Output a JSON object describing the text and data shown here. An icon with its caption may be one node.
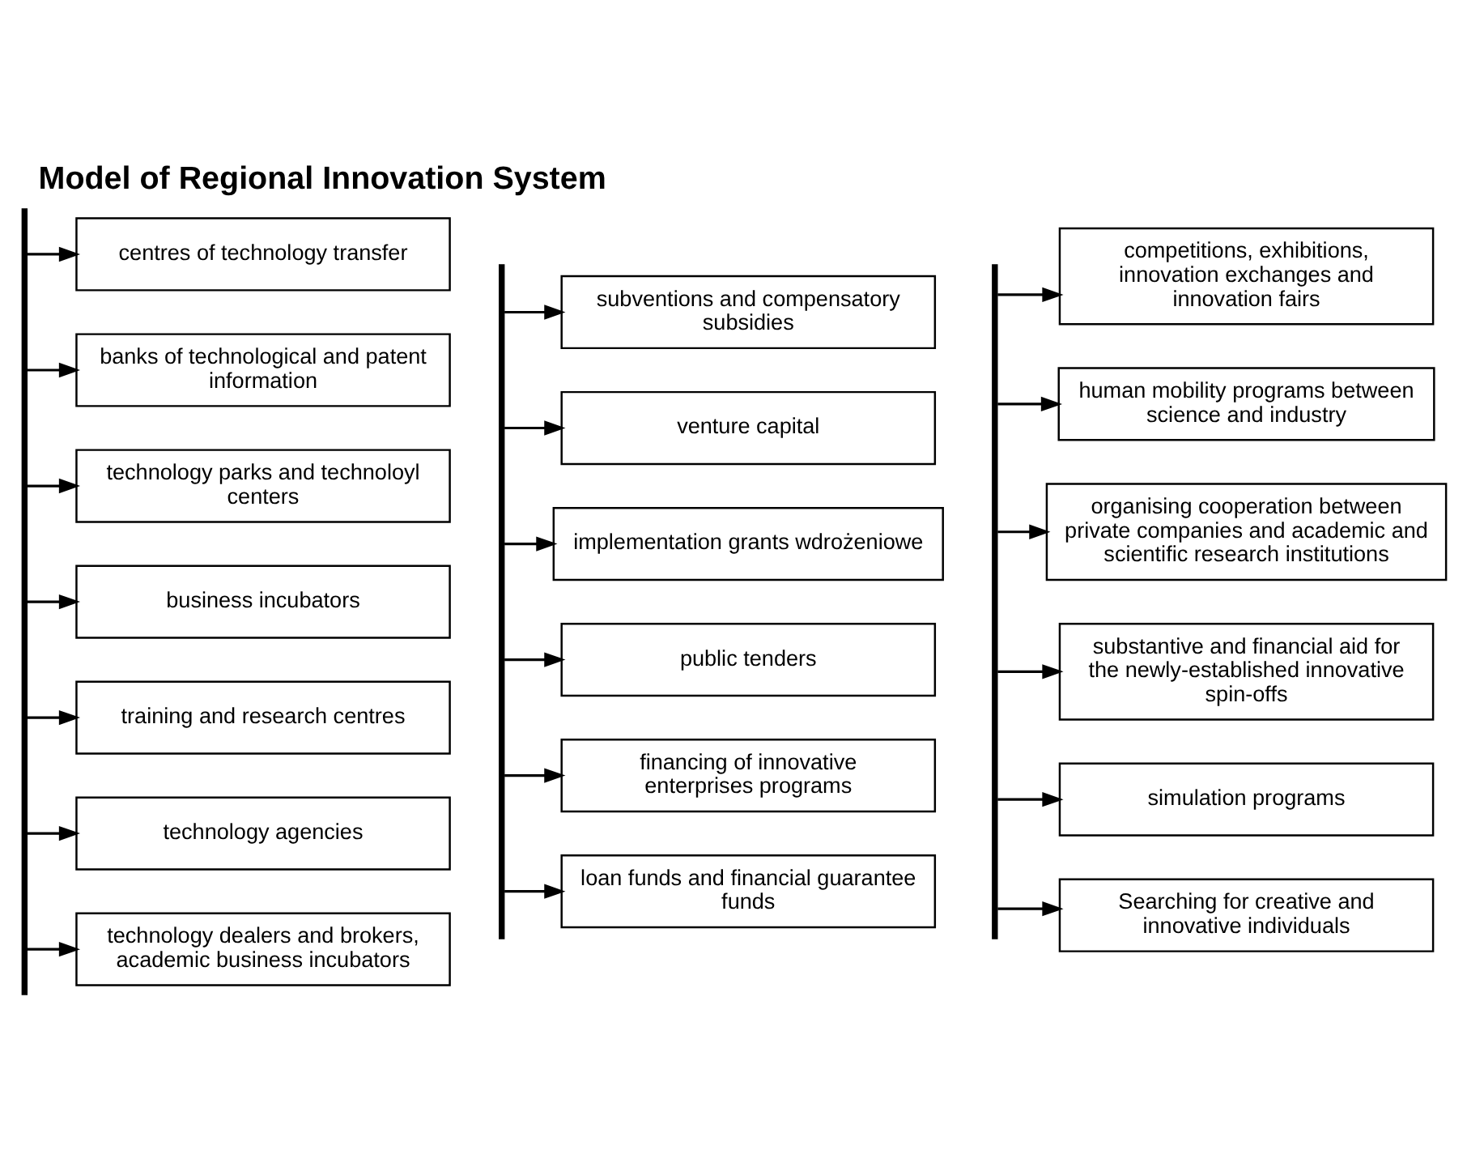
{
  "diagram": {
    "title": "Model of Regional Innovation System",
    "nodes": [
      {
        "text": [],
        "shape": "bar"
      },
      {
        "text": [
          "centres of technology transfer"
        ]
      },
      {
        "text": [
          "banks of technological and patent information"
        ]
      },
      {
        "text": [
          "technology parks and technoloyl centers"
        ]
      },
      {
        "text": [
          "business incubators"
        ]
      },
      {
        "text": [
          "training and research centres"
        ]
      },
      {
        "text": [
          "technology agencies"
        ]
      },
      {
        "text": [
          "technology dealers and brokers, academic business incubators"
        ]
      },
      {
        "text": [],
        "shape": "bar"
      },
      {
        "text": [
          "subventions and compensatory subsidies"
        ]
      },
      {
        "text": [
          "venture capital"
        ]
      },
      {
        "text": [
          "implementation grants wdrożeniowe"
        ]
      },
      {
        "text": [
          "public tenders"
        ]
      },
      {
        "text": [
          "financing of innovative enterprises programs"
        ]
      },
      {
        "text": [
          "loan funds and financial guarantee funds"
        ]
      },
      {
        "text": [],
        "shape": "bar"
      },
      {
        "text": [
          "competitions, exhibitions, innovation exchanges and innovation fairs"
        ]
      },
      {
        "text": [
          "human mobility programs between science and industry"
        ]
      },
      {
        "text": [
          "organising cooperation between private companies and academic and scientific research institutions"
        ]
      },
      {
        "text": [
          "substantive and financial aid for the newly-established innovative spin-offs"
        ]
      },
      {
        "text": [
          "simulation programs"
        ]
      },
      {
        "text": [
          "Searching for creative and innovative individuals"
        ]
      }
    ],
    "edges": [
      {
        "from": 0,
        "to": 1,
        "arrow": "to"
      },
      {
        "from": 0,
        "to": 2,
        "arrow": "to"
      },
      {
        "from": 0,
        "to": 3,
        "arrow": "to"
      },
      {
        "from": 0,
        "to": 4,
        "arrow": "to"
      },
      {
        "from": 0,
        "to": 5,
        "arrow": "to"
      },
      {
        "from": 0,
        "to": 6,
        "arrow": "to"
      },
      {
        "from": 0,
        "to": 7,
        "arrow": "to"
      },
      {
        "from": 8,
        "to": 9,
        "arrow": "to"
      },
      {
        "from": 8,
        "to": 10,
        "arrow": "to"
      },
      {
        "from": 8,
        "to": 11,
        "arrow": "to"
      },
      {
        "from": 8,
        "to": 12,
        "arrow": "to"
      },
      {
        "from": 8,
        "to": 13,
        "arrow": "to"
      },
      {
        "from": 8,
        "to": 14,
        "arrow": "to"
      },
      {
        "from": 15,
        "to": 16,
        "arrow": "to"
      },
      {
        "from": 15,
        "to": 17,
        "arrow": "to"
      },
      {
        "from": 15,
        "to": 18,
        "arrow": "to"
      },
      {
        "from": 15,
        "to": 19,
        "arrow": "to"
      },
      {
        "from": 15,
        "to": 20,
        "arrow": "to"
      },
      {
        "from": 15,
        "to": 21,
        "arrow": "to"
      }
    ]
  }
}
